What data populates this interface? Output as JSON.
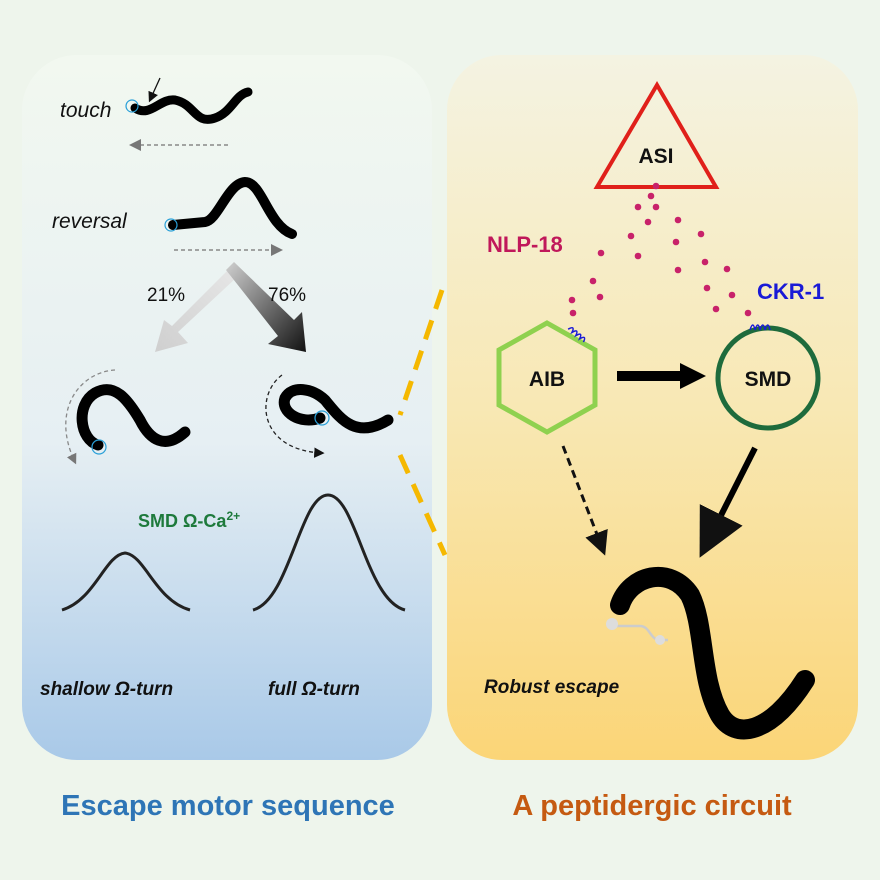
{
  "left_panel": {
    "touch_label": "touch",
    "reversal_label": "reversal",
    "pct_shallow": "21%",
    "pct_full": "76%",
    "calcium_label": "SMD Ω-Ca",
    "calcium_sup": "2+",
    "shallow_label": "shallow Ω-turn",
    "full_label": "full Ω-turn",
    "title": "Escape motor sequence"
  },
  "right_panel": {
    "asi": "ASI",
    "nlp18": "NLP-18",
    "ckr1": "CKR-1",
    "aib": "AIB",
    "smd": "SMD",
    "robust_label": "Robust escape",
    "title": "A peptidergic circuit"
  },
  "colors": {
    "left_title": "#2e75b6",
    "right_title": "#c55a11",
    "asi": "#e0201a",
    "peptide": "#c8226a",
    "receptor": "#1a1ad6",
    "aib": "#8fd14f",
    "smd": "#1e6b3c",
    "dash_connector": "#f5b800"
  }
}
